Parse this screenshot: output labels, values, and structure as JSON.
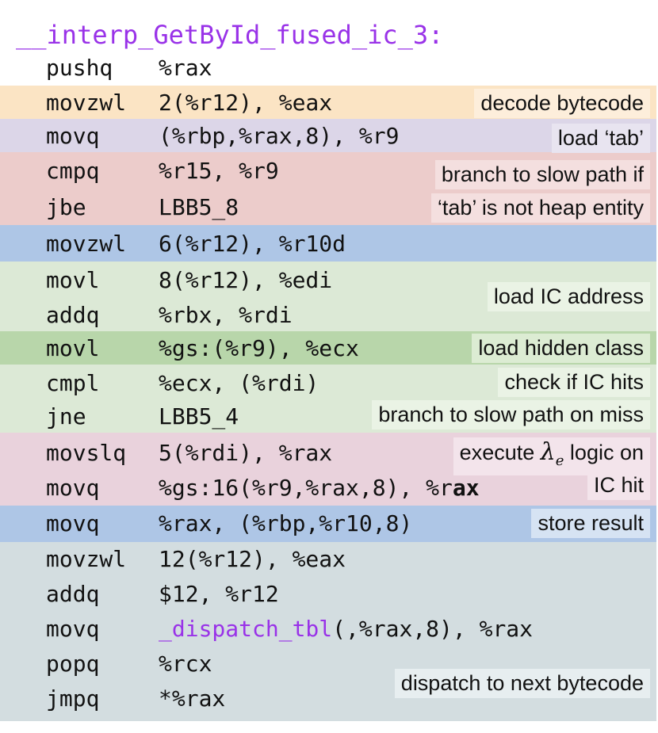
{
  "function_name": "__interp_GetById_fused_ic_3:",
  "colors": {
    "title": "#9932e8",
    "decode": "#fbe4c4",
    "load_tab": "#dcd6e8",
    "branch_heap": "#eccccb",
    "store_operand": "#aec6e6",
    "ic_address": "#dce9d6",
    "hidden_class": "#b8d6aa",
    "lambda": "#e9d2dc",
    "dispatch": "#d3dde0"
  },
  "instructions": [
    {
      "op": "pushq",
      "args": "%rax"
    },
    {
      "op": "movzwl",
      "args": "2(%r12), %eax"
    },
    {
      "op": "movq",
      "args": "(%rbp,%rax,8), %r9"
    },
    {
      "op": "cmpq",
      "args": "%r15, %r9"
    },
    {
      "op": "jbe",
      "args": "LBB5_8"
    },
    {
      "op": "movzwl",
      "args": "6(%r12), %r10d"
    },
    {
      "op": "movl",
      "args": "8(%r12), %edi"
    },
    {
      "op": "addq",
      "args": "%rbx, %rdi"
    },
    {
      "op": "movl",
      "args": "%gs:(%r9), %ecx"
    },
    {
      "op": "cmpl",
      "args": "%ecx, (%rdi)"
    },
    {
      "op": "jne",
      "args": "LBB5_4"
    },
    {
      "op": "movslq",
      "args": "5(%rdi), %rax"
    },
    {
      "op": "movq",
      "args_a": "%gs:16(%r9,%rax,8), %r",
      "args_b": "ax"
    },
    {
      "op": "movq",
      "args": "%rax, (%rbp,%r10,8)"
    },
    {
      "op": "movzwl",
      "args": "12(%r12), %eax"
    },
    {
      "op": "addq",
      "args": "$12, %r12"
    },
    {
      "op": "movq",
      "args_sym": "_dispatch_tbl",
      "args_rest": "(,%rax,8), %rax"
    },
    {
      "op": "popq",
      "args": "%rcx"
    },
    {
      "op": "jmpq",
      "args": "*%rax"
    }
  ],
  "notes": {
    "decode": "decode bytecode",
    "load_tab": "load ‘tab’",
    "branch_line1": "branch to slow path if",
    "branch_line2": "‘tab’ is not heap entity",
    "ic_address": "load IC address",
    "hidden_class": "load hidden class",
    "check_ic": "check if IC hits",
    "branch_miss": "branch to slow path on miss",
    "lambda_pre": "execute ",
    "lambda_symbol": "λ",
    "lambda_sub": "e",
    "lambda_post": " logic on",
    "ic_hit": "IC hit",
    "store_result": "store result",
    "dispatch": "dispatch to next bytecode"
  }
}
